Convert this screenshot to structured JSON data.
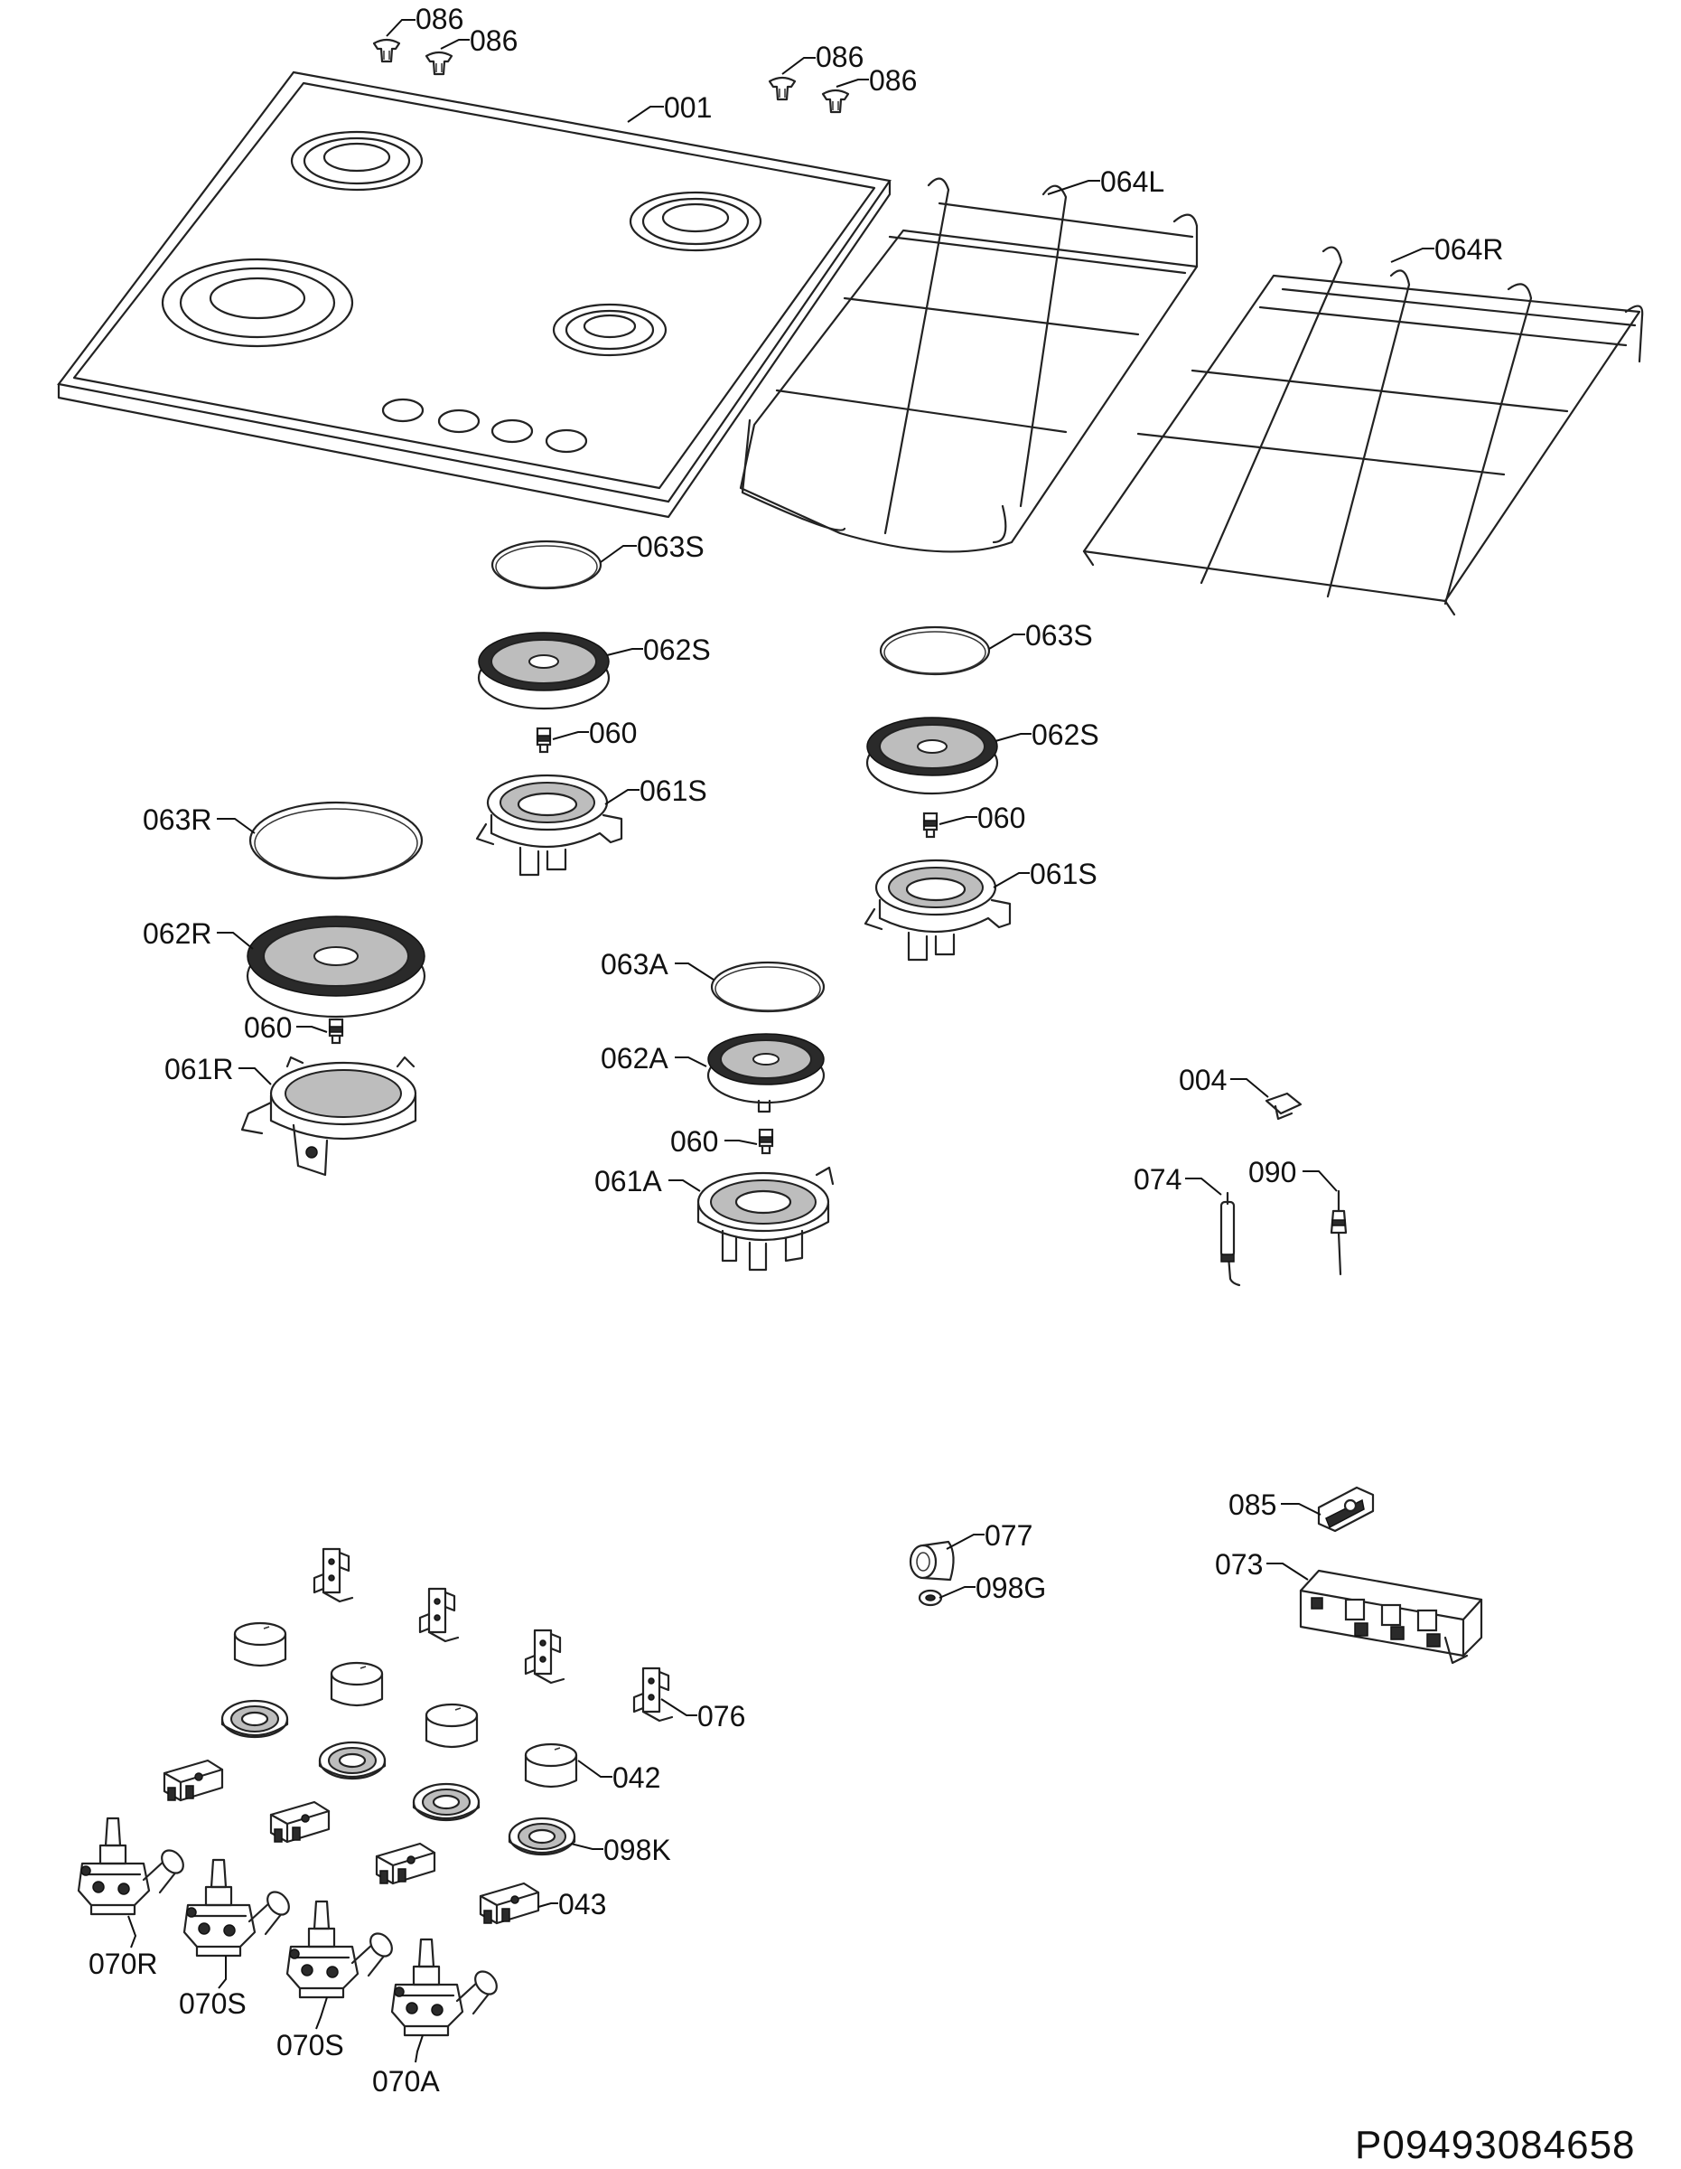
{
  "document_id": "P09493084658",
  "labels": {
    "l086a": "086",
    "l086b": "086",
    "l086c": "086",
    "l086d": "086",
    "l001": "001",
    "l064L": "064L",
    "l064R": "064R",
    "l063S_1": "063S",
    "l062S_1": "062S",
    "l060_1": "060",
    "l061S_1": "061S",
    "l063S_2": "063S",
    "l062S_2": "062S",
    "l060_2": "060",
    "l061S_2": "061S",
    "l063R": "063R",
    "l062R": "062R",
    "l060_3": "060",
    "l061R": "061R",
    "l063A": "063A",
    "l062A": "062A",
    "l060_4": "060",
    "l061A": "061A",
    "l004": "004",
    "l074": "074",
    "l090": "090",
    "l085": "085",
    "l073": "073",
    "l077": "077",
    "l098G": "098G",
    "l076": "076",
    "l042": "042",
    "l098K": "098K",
    "l043": "043",
    "l070R": "070R",
    "l070S_1": "070S",
    "l070S_2": "070S",
    "l070A": "070A"
  }
}
